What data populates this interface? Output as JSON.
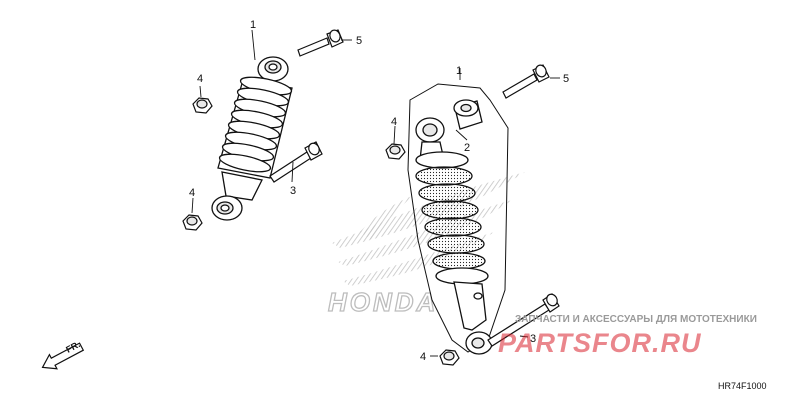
{
  "callouts": {
    "left_shock": "1",
    "right_shock": "1",
    "bushing": "2",
    "bolt_left_mid": "3",
    "bolt_right_low": "3",
    "nut_left_top": "4",
    "nut_left_bottom": "4",
    "nut_right_mid": "4",
    "nut_right_bottom": "4",
    "bolt_left_top": "5",
    "bolt_right_top": "5"
  },
  "direction_label": "FR.",
  "diagram_code": "HR74F1000",
  "watermark": {
    "brand_text": "HONDA",
    "site_caption": "ЗАПЧАСТИ И АКСЕССУАРЫ ДЛЯ МОТОТЕХНИКИ",
    "site_name": "PARTSFOR.RU"
  },
  "colors": {
    "line": "#111111",
    "watermark_gray": "#c8c8c8",
    "watermark_red": "#d9232d"
  }
}
